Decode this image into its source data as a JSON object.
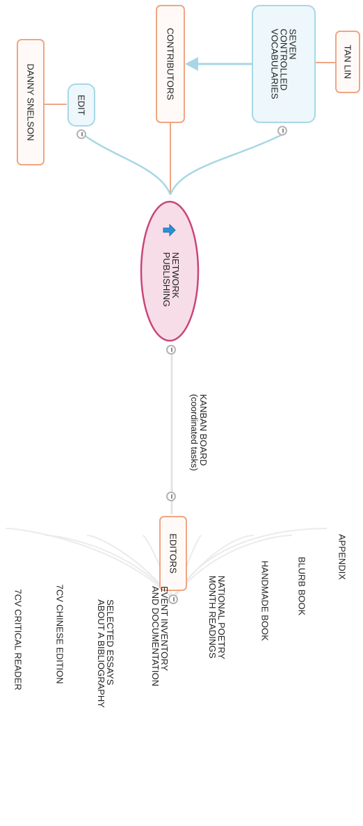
{
  "central": {
    "label": "NETWORK\nPUBLISHING",
    "icon": "down-arrow-icon",
    "border_color": "#c8457a",
    "fill": "#f7dde7"
  },
  "top_branch": {
    "edit": {
      "label": "EDIT",
      "child": "DANNY SNELSON"
    },
    "contributors": {
      "label": "CONTRIBUTORS"
    },
    "seven_cv": {
      "label": "SEVEN\nCONTROLLED\nVOCABULARIES",
      "child": "TAN LIN"
    }
  },
  "connector_label": "KANBAN BOARD\n(coordinated tasks)",
  "editors": {
    "label": "EDITORS",
    "children": [
      "APPENDIX",
      "BLURB BOOK",
      "HANDMADE BOOK",
      "NATIONAL POETRY\nMONTH READINGS",
      "EVENT INVENTORY\nAND DOCUMENTATION",
      "SELECTED ESSAYS\nABOUT A BIBLIOGRAPHY",
      "7CV CHINESE EDITION",
      "7CV CRITICAL READER"
    ]
  },
  "colors": {
    "orange_border": "#f0a583",
    "blue_border": "#a7d7e6",
    "link_gray": "#e6e6e6",
    "link_blue": "#a7d7e6",
    "link_orange": "#f0a583"
  }
}
